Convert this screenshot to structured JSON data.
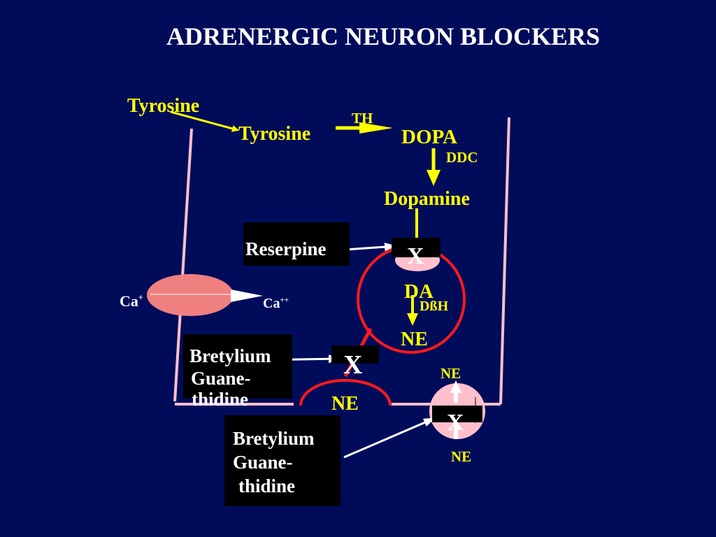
{
  "slide": {
    "title": "ADRENERGIC NEURON BLOCKERS"
  },
  "pathway": {
    "tyrosine_outside": "Tyrosine",
    "tyrosine_inside": "Tyrosine",
    "th": "TH",
    "dopa": "DOPA",
    "ddc": "DDC",
    "dopamine": "Dopamine",
    "da": "DA",
    "dbh": "DßH",
    "ne_vesicle": "NE",
    "ne_release": "NE",
    "ne_receptor_top": "NE",
    "ne_receptor_bottom": "NE"
  },
  "calcium": {
    "left_base": "Ca",
    "left_sup": "+",
    "right_base": "Ca",
    "right_sup": "++"
  },
  "blockers": {
    "reserpine": "Reserpine",
    "upper_box": {
      "line1": "Bretylium",
      "line2": "Guane-",
      "line3": "thidine"
    },
    "lower_box": {
      "line1": "Bretylium",
      "line2": "Guane-",
      "line3": "thidine"
    }
  },
  "block_marks": {
    "vesicle_x": "X",
    "release_x": "X",
    "receptor_x": "X"
  },
  "colors": {
    "background": "#000c5a",
    "pathway_text": "#ffff00",
    "membrane": "#ffc0cb",
    "vesicle": "#ff1a1a",
    "channel": "#f08080"
  }
}
